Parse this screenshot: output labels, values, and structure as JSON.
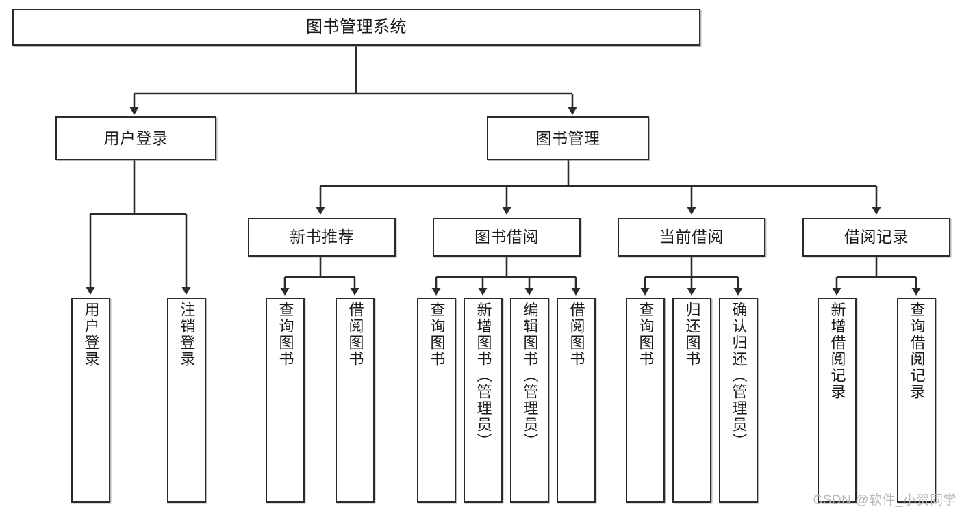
{
  "diagram": {
    "title": "图书管理系统",
    "watermark": "CSDN @软件_小贺同学",
    "colors": {
      "stroke": "#2b2b2b",
      "fill": "#ffffff",
      "watermark": "#b9b9b9"
    },
    "levels": {
      "root": {
        "label": "图书管理系统"
      },
      "level2": [
        {
          "label": "用户登录"
        },
        {
          "label": "图书管理"
        }
      ],
      "level3": [
        {
          "label": "新书推荐"
        },
        {
          "label": "图书借阅"
        },
        {
          "label": "当前借阅"
        },
        {
          "label": "借阅记录"
        }
      ],
      "leaves": [
        {
          "label": "用户登录",
          "parent": "用户登录"
        },
        {
          "label": "注销登录",
          "parent": "用户登录"
        },
        {
          "label": "查询图书",
          "parent": "新书推荐"
        },
        {
          "label": "借阅图书",
          "parent": "新书推荐"
        },
        {
          "label": "查询图书",
          "parent": "图书借阅"
        },
        {
          "label": "新增图书（管理员）",
          "parent": "图书借阅"
        },
        {
          "label": "编辑图书（管理员）",
          "parent": "图书借阅"
        },
        {
          "label": "借阅图书",
          "parent": "图书借阅"
        },
        {
          "label": "查询图书",
          "parent": "当前借阅"
        },
        {
          "label": "归还图书",
          "parent": "当前借阅"
        },
        {
          "label": "确认归还（管理员）",
          "parent": "当前借阅"
        },
        {
          "label": "新增借阅记录",
          "parent": "借阅记录"
        },
        {
          "label": "查询借阅记录",
          "parent": "借阅记录"
        }
      ]
    }
  }
}
